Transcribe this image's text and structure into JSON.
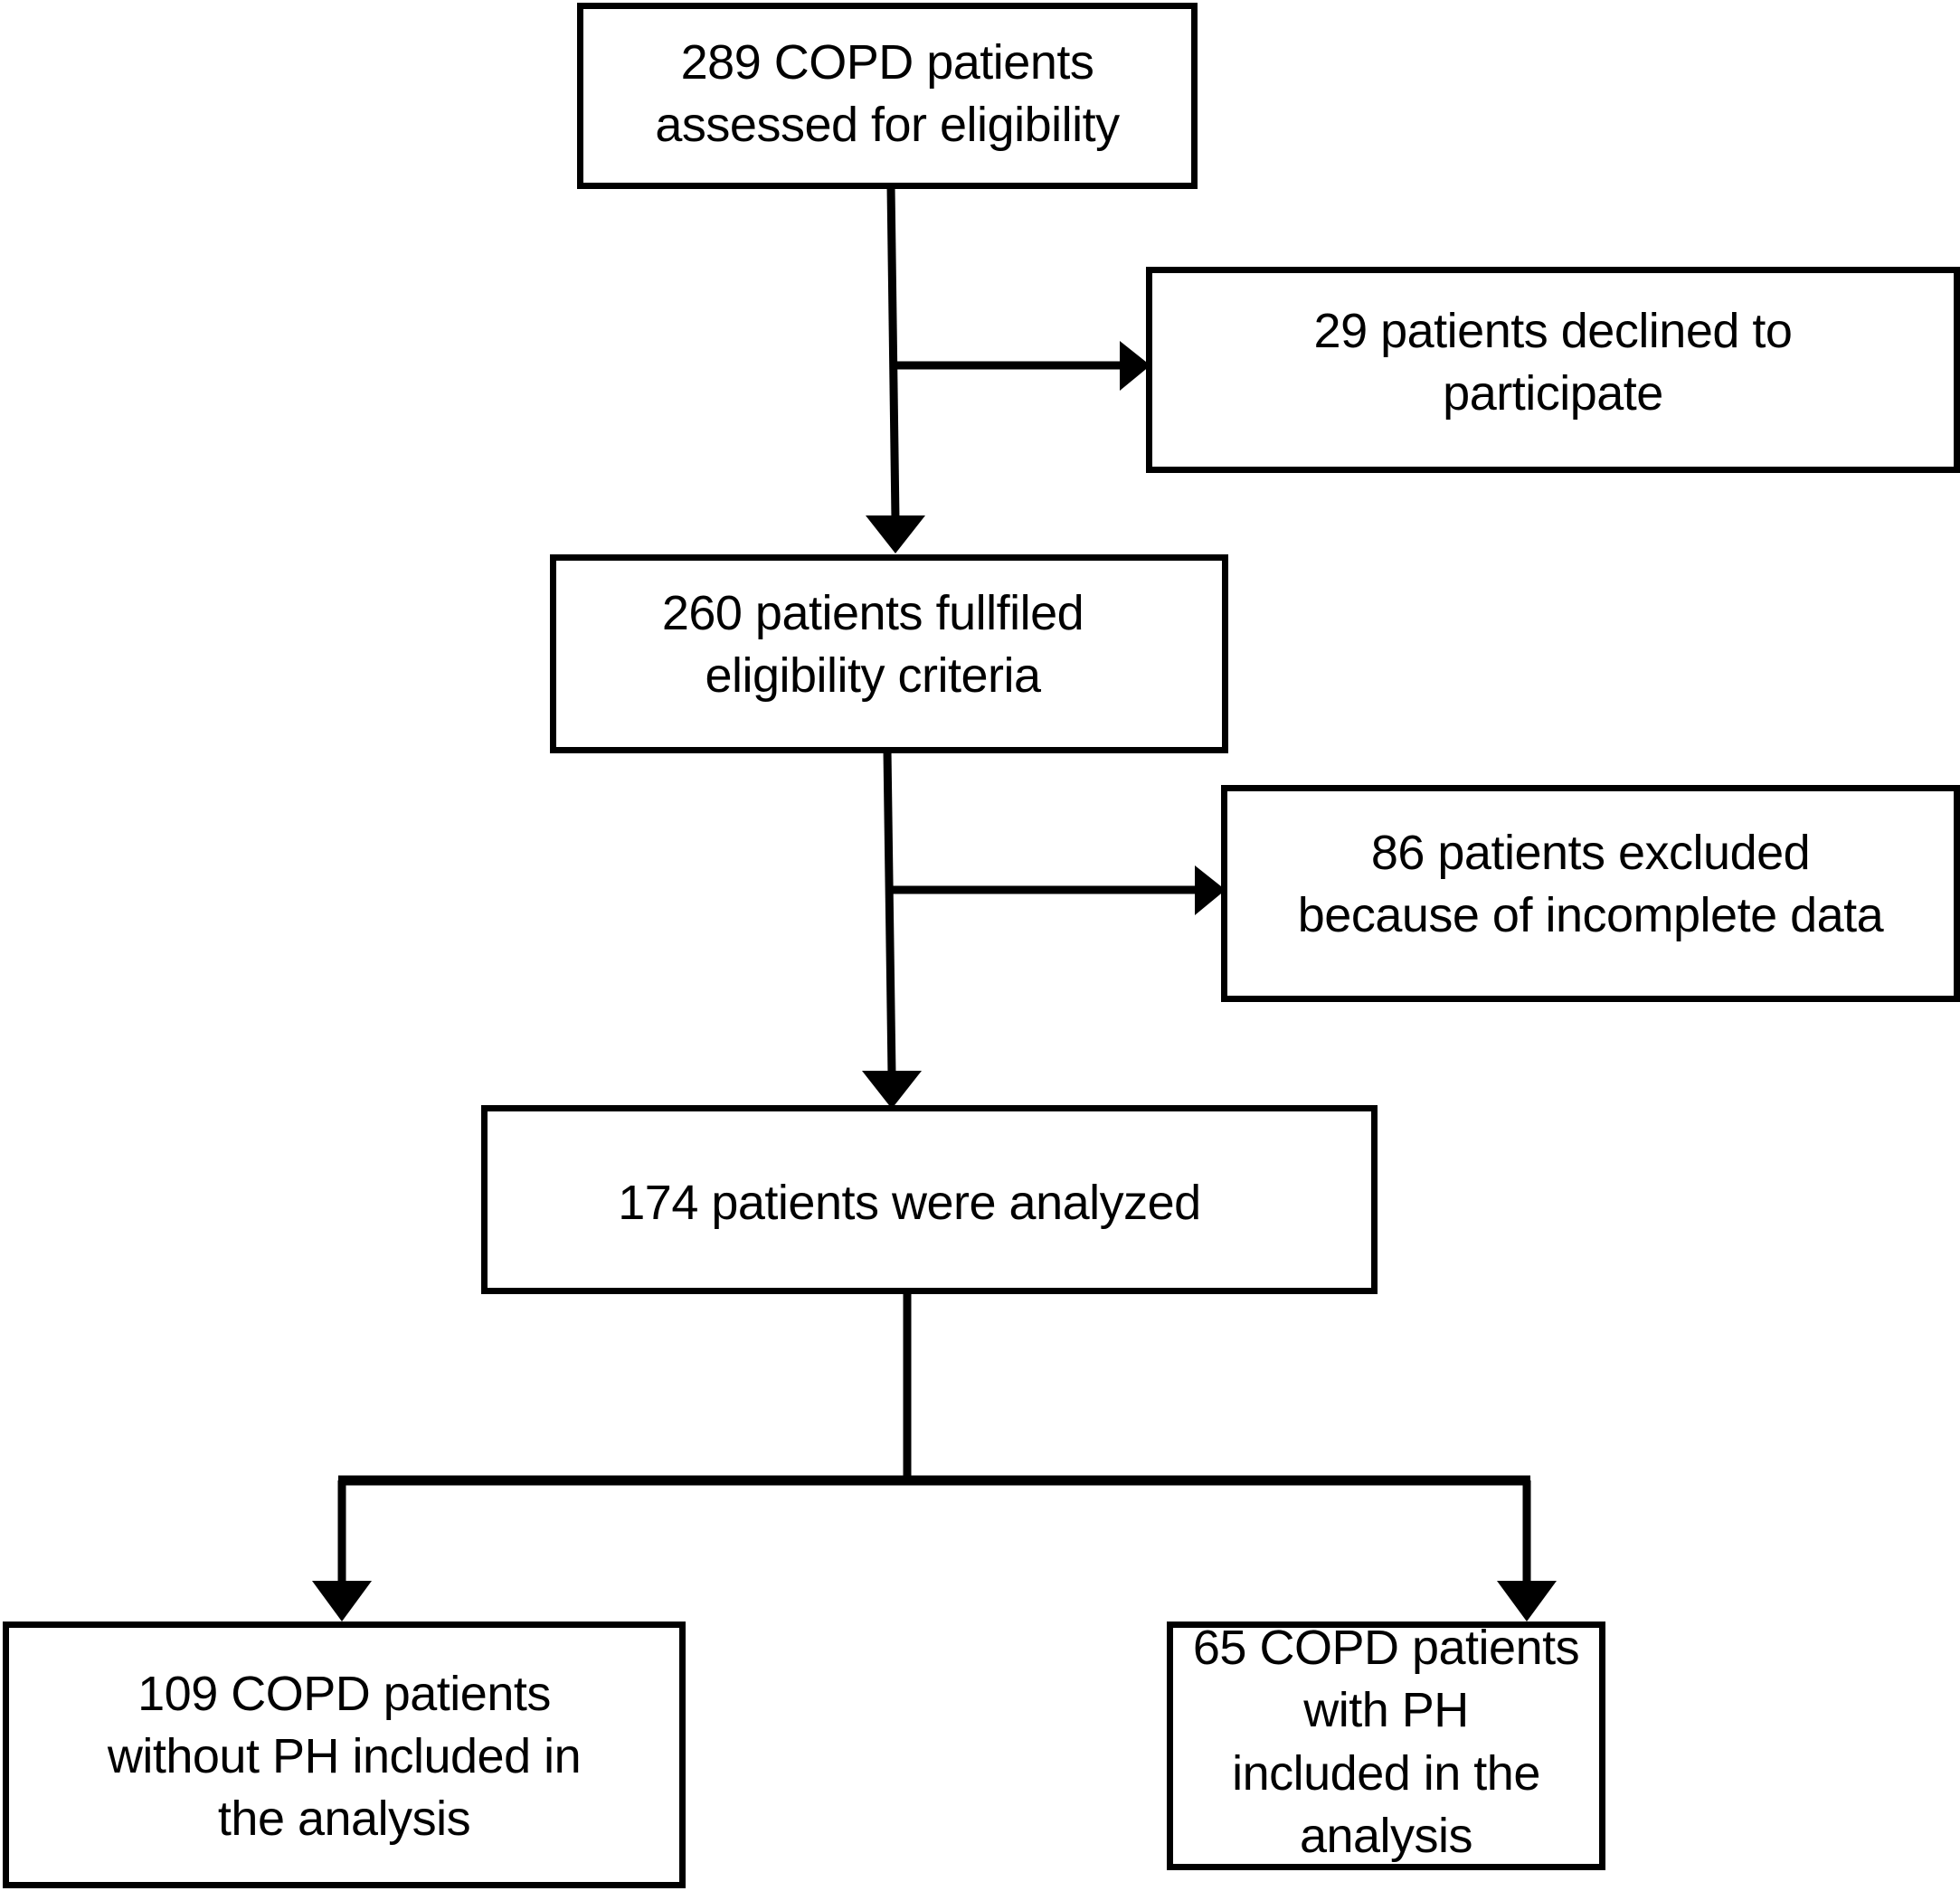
{
  "diagram": {
    "title": "COPD patient enrollment flow diagram",
    "type": "flowchart",
    "style": {
      "stroke_color": "#000000",
      "fill_color": "#ffffff",
      "text_color": "#000000"
    },
    "nodes": [
      {
        "id": "assessed",
        "label": "289 COPD patients\nassessed for eligibility",
        "count": 289
      },
      {
        "id": "declined",
        "label": "29 patients declined to\nparticipate",
        "count": 29
      },
      {
        "id": "eligible",
        "label": "260 patients fullfiled\neligibility criteria",
        "count": 260
      },
      {
        "id": "excluded",
        "label": "86 patients excluded\nbecause of incomplete data",
        "count": 86
      },
      {
        "id": "analyzed",
        "label": "174 patients were analyzed",
        "count": 174
      },
      {
        "id": "without_ph",
        "label": "109 COPD patients\nwithout PH included in\nthe analysis",
        "count": 109
      },
      {
        "id": "with_ph",
        "label": "65 COPD patients with PH\nincluded in the analysis",
        "count": 65
      }
    ],
    "edges": [
      {
        "from": "assessed",
        "to": "eligible",
        "direction": "down"
      },
      {
        "from": "assessed",
        "to": "declined",
        "direction": "right"
      },
      {
        "from": "eligible",
        "to": "analyzed",
        "direction": "down"
      },
      {
        "from": "eligible",
        "to": "excluded",
        "direction": "right"
      },
      {
        "from": "analyzed",
        "to": "without_ph",
        "direction": "down-left"
      },
      {
        "from": "analyzed",
        "to": "with_ph",
        "direction": "down-right"
      }
    ]
  }
}
